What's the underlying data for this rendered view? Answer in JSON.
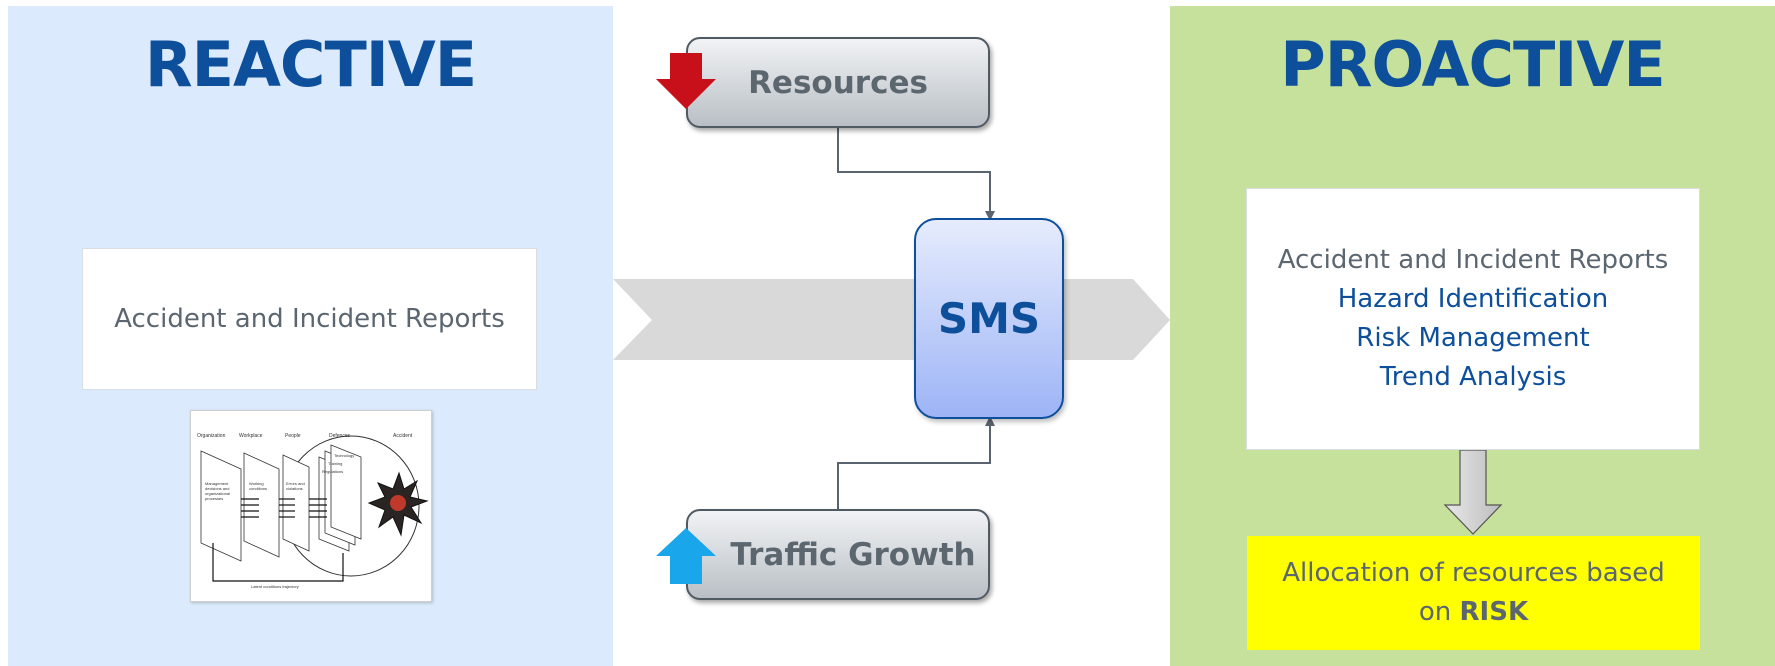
{
  "reactive": {
    "title": "REACTIVE",
    "report_box": "Accident and Incident Reports",
    "model_figure": {
      "column_labels": [
        "Organization",
        "Workplace",
        "People",
        "Defences",
        "Accident"
      ],
      "plate_labels": [
        "Management decisions and organizational processes",
        "Working conditions",
        "Errors and violations",
        "Technology",
        "Training",
        "Regulations"
      ],
      "trajectory_label": "Latent conditions trajectory"
    }
  },
  "center": {
    "resources_label": "Resources",
    "sms_label": "SMS",
    "traffic_label": "Traffic Growth"
  },
  "proactive": {
    "title": "PROACTIVE",
    "report_lines": [
      "Accident and Incident Reports",
      "Hazard Identification",
      "Risk Management",
      "Trend Analysis"
    ],
    "allocation_text": "Allocation of resources based on",
    "allocation_emphasis": "RISK"
  },
  "colors": {
    "reactive_bg": "#dbeafc",
    "proactive_bg": "#c5e19c",
    "title_blue": "#0d4f9a",
    "down_arrow": "#c8101b",
    "up_arrow": "#19a6ea",
    "allocation_bg": "#ffff00"
  },
  "icons": {
    "resources_indicator": "down-arrow-icon",
    "traffic_indicator": "up-arrow-icon"
  }
}
